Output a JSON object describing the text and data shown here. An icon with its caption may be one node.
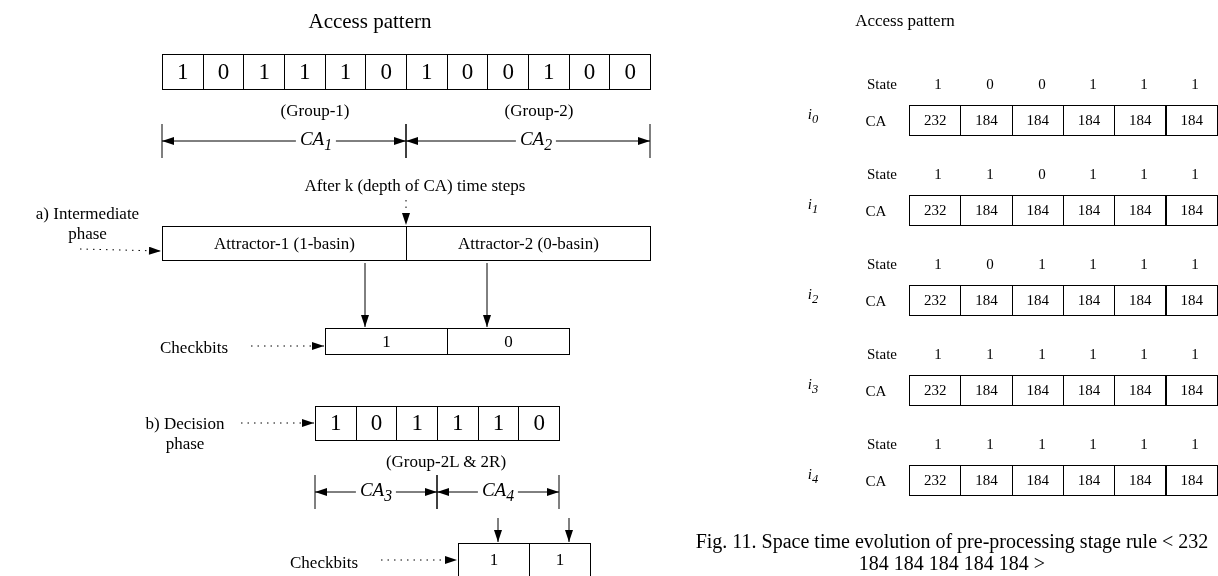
{
  "diagram": {
    "caption": "Fig. 11. Space time evolution of pre-processing stage rule < 232 184 184 184 184 184 >",
    "nodes": [
      {
        "text": [
          "1"
        ]
      },
      {
        "text": [
          "0"
        ]
      },
      {
        "text": [
          "1"
        ]
      },
      {
        "text": [
          "1"
        ]
      },
      {
        "text": [
          "1"
        ]
      },
      {
        "text": [
          "0"
        ]
      },
      {
        "text": [
          "1"
        ]
      },
      {
        "text": [
          "0"
        ]
      },
      {
        "text": [
          "0"
        ]
      },
      {
        "text": [
          "1"
        ]
      },
      {
        "text": [
          "0"
        ]
      },
      {
        "text": [
          "0"
        ]
      },
      {
        "text": [
          "After k (depth of CA) time steps"
        ]
      },
      {
        "text": [
          "a) Intermediate phase"
        ]
      },
      {
        "text": [
          "Attractor-1 (1-basin)"
        ]
      },
      {
        "text": [
          "Attractor-2 (0-basin)"
        ]
      },
      {
        "text": [
          "Checkbits"
        ]
      },
      {
        "text": [
          "1"
        ]
      },
      {
        "text": [
          "0"
        ]
      },
      {
        "text": [
          "b) Decision phase"
        ]
      },
      {
        "text": [
          "1"
        ]
      },
      {
        "text": [
          "0"
        ]
      },
      {
        "text": [
          "1"
        ]
      },
      {
        "text": [
          "1"
        ]
      },
      {
        "text": [
          "1"
        ]
      },
      {
        "text": [
          "0"
        ]
      },
      {
        "text": [
          "Checkbits"
        ]
      },
      {
        "text": [
          "1"
        ]
      },
      {
        "text": [
          "1"
        ]
      },
      {
        "text": [
          "232"
        ]
      },
      {
        "text": [
          "184"
        ]
      },
      {
        "text": [
          "184"
        ]
      },
      {
        "text": [
          "184"
        ]
      },
      {
        "text": [
          "184"
        ]
      },
      {
        "text": [
          "184"
        ]
      },
      {
        "text": [
          "232"
        ]
      },
      {
        "text": [
          "184"
        ]
      },
      {
        "text": [
          "184"
        ]
      },
      {
        "text": [
          "184"
        ]
      },
      {
        "text": [
          "184"
        ]
      },
      {
        "text": [
          "184"
        ]
      },
      {
        "text": [
          "232"
        ]
      },
      {
        "text": [
          "184"
        ]
      },
      {
        "text": [
          "184"
        ]
      },
      {
        "text": [
          "184"
        ]
      },
      {
        "text": [
          "184"
        ]
      },
      {
        "text": [
          "184"
        ]
      },
      {
        "text": [
          "232"
        ]
      },
      {
        "text": [
          "184"
        ]
      },
      {
        "text": [
          "184"
        ]
      },
      {
        "text": [
          "184"
        ]
      },
      {
        "text": [
          "184"
        ]
      },
      {
        "text": [
          "184"
        ]
      },
      {
        "text": [
          "232"
        ]
      },
      {
        "text": [
          "184"
        ]
      },
      {
        "text": [
          "184"
        ]
      },
      {
        "text": [
          "184"
        ]
      },
      {
        "text": [
          "184"
        ]
      },
      {
        "text": [
          "184"
        ]
      }
    ],
    "edges": [
      {
        "from": 12,
        "to": 14,
        "arrow": "to",
        "style": "dashed"
      },
      {
        "from": 13,
        "to": 14,
        "arrow": "to",
        "style": "dashed"
      },
      {
        "from": 14,
        "to": 17,
        "arrow": "to"
      },
      {
        "from": 15,
        "to": 18,
        "arrow": "to"
      },
      {
        "from": 16,
        "to": 17,
        "arrow": "to",
        "style": "dashed"
      },
      {
        "from": 19,
        "to": 20,
        "arrow": "to",
        "style": "dashed"
      },
      {
        "from": null,
        "to": 27,
        "arrow": "to"
      },
      {
        "from": null,
        "to": 28,
        "arrow": "to"
      },
      {
        "from": 26,
        "to": 27,
        "arrow": "to",
        "style": "dashed"
      }
    ],
    "labels": [
      "Access pattern",
      "(Group-1)",
      "(Group-2)",
      "CA$_{1}$",
      "CA$_{2}$",
      "(Group-2L & 2R)",
      "CA$_{3}$",
      "CA$_{4}$",
      "Access pattern",
      "State",
      "1",
      "0",
      "0",
      "1",
      "1",
      "1",
      "i$_{0}$",
      "CA",
      "State",
      "1",
      "1",
      "0",
      "1",
      "1",
      "1",
      "i$_{1}$",
      "CA",
      "State",
      "1",
      "0",
      "1",
      "1",
      "1",
      "1",
      "i$_{2}$",
      "CA",
      "State",
      "1",
      "1",
      "1",
      "1",
      "1",
      "1",
      "i$_{3}$",
      "CA",
      "State",
      "1",
      "1",
      "1",
      "1",
      "1",
      "1",
      "i$_{4}$",
      "CA"
    ]
  }
}
